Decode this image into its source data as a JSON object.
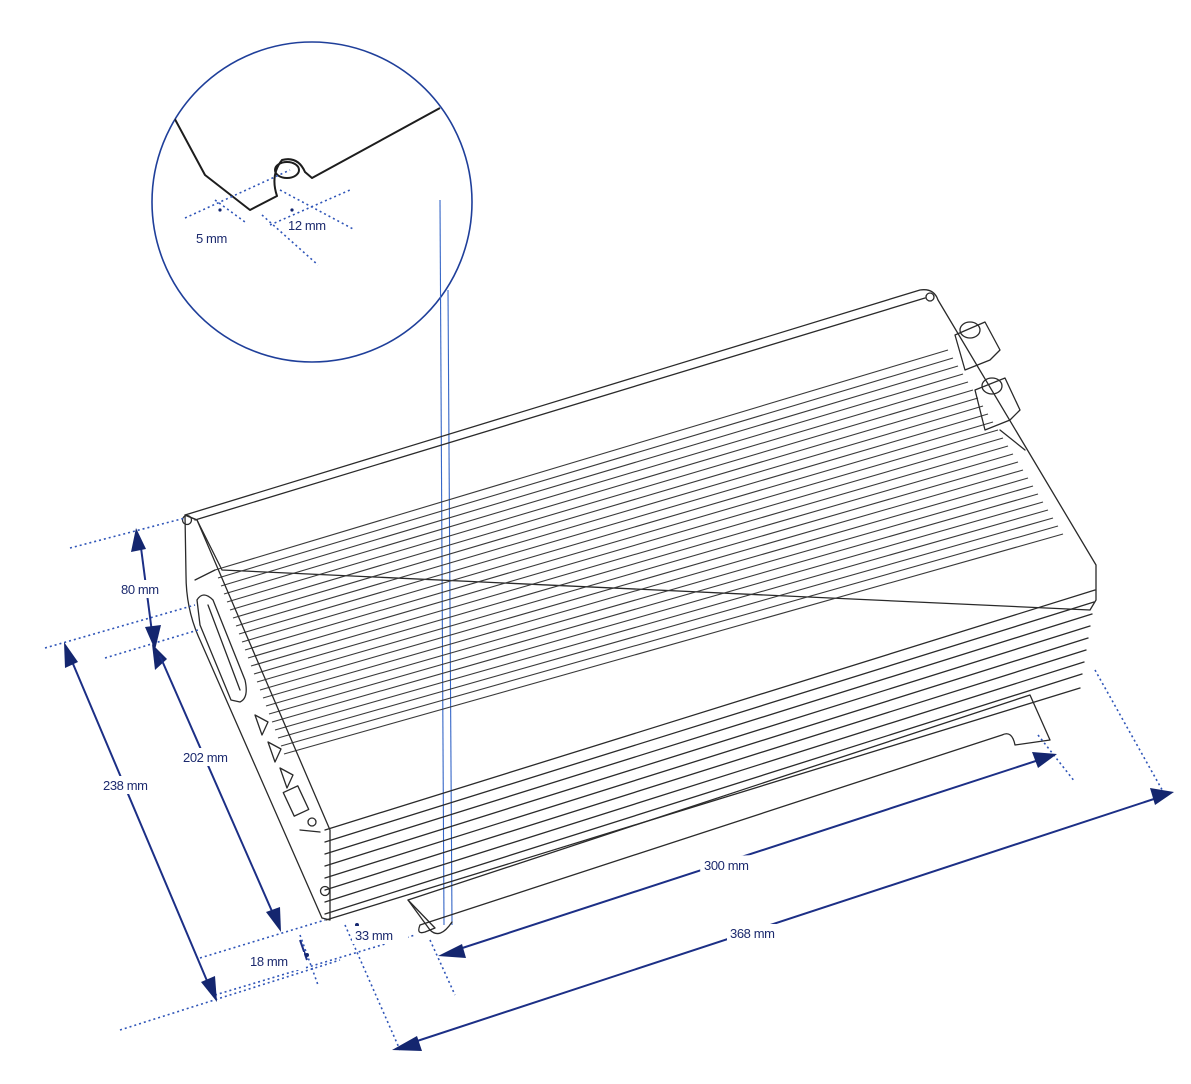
{
  "dimensions": {
    "detail_slot_offset": "5 mm",
    "detail_slot_width": "12 mm",
    "front_height": "80 mm",
    "base_width": "202 mm",
    "overall_width": "238 mm",
    "flange": "18 mm",
    "hole_offset": "33 mm",
    "hole_spacing_length": "300 mm",
    "overall_length": "368 mm"
  },
  "colors": {
    "dimension_ink": "#1c2f86",
    "drawing_ink": "#2a2a2a",
    "background": "#ffffff"
  }
}
